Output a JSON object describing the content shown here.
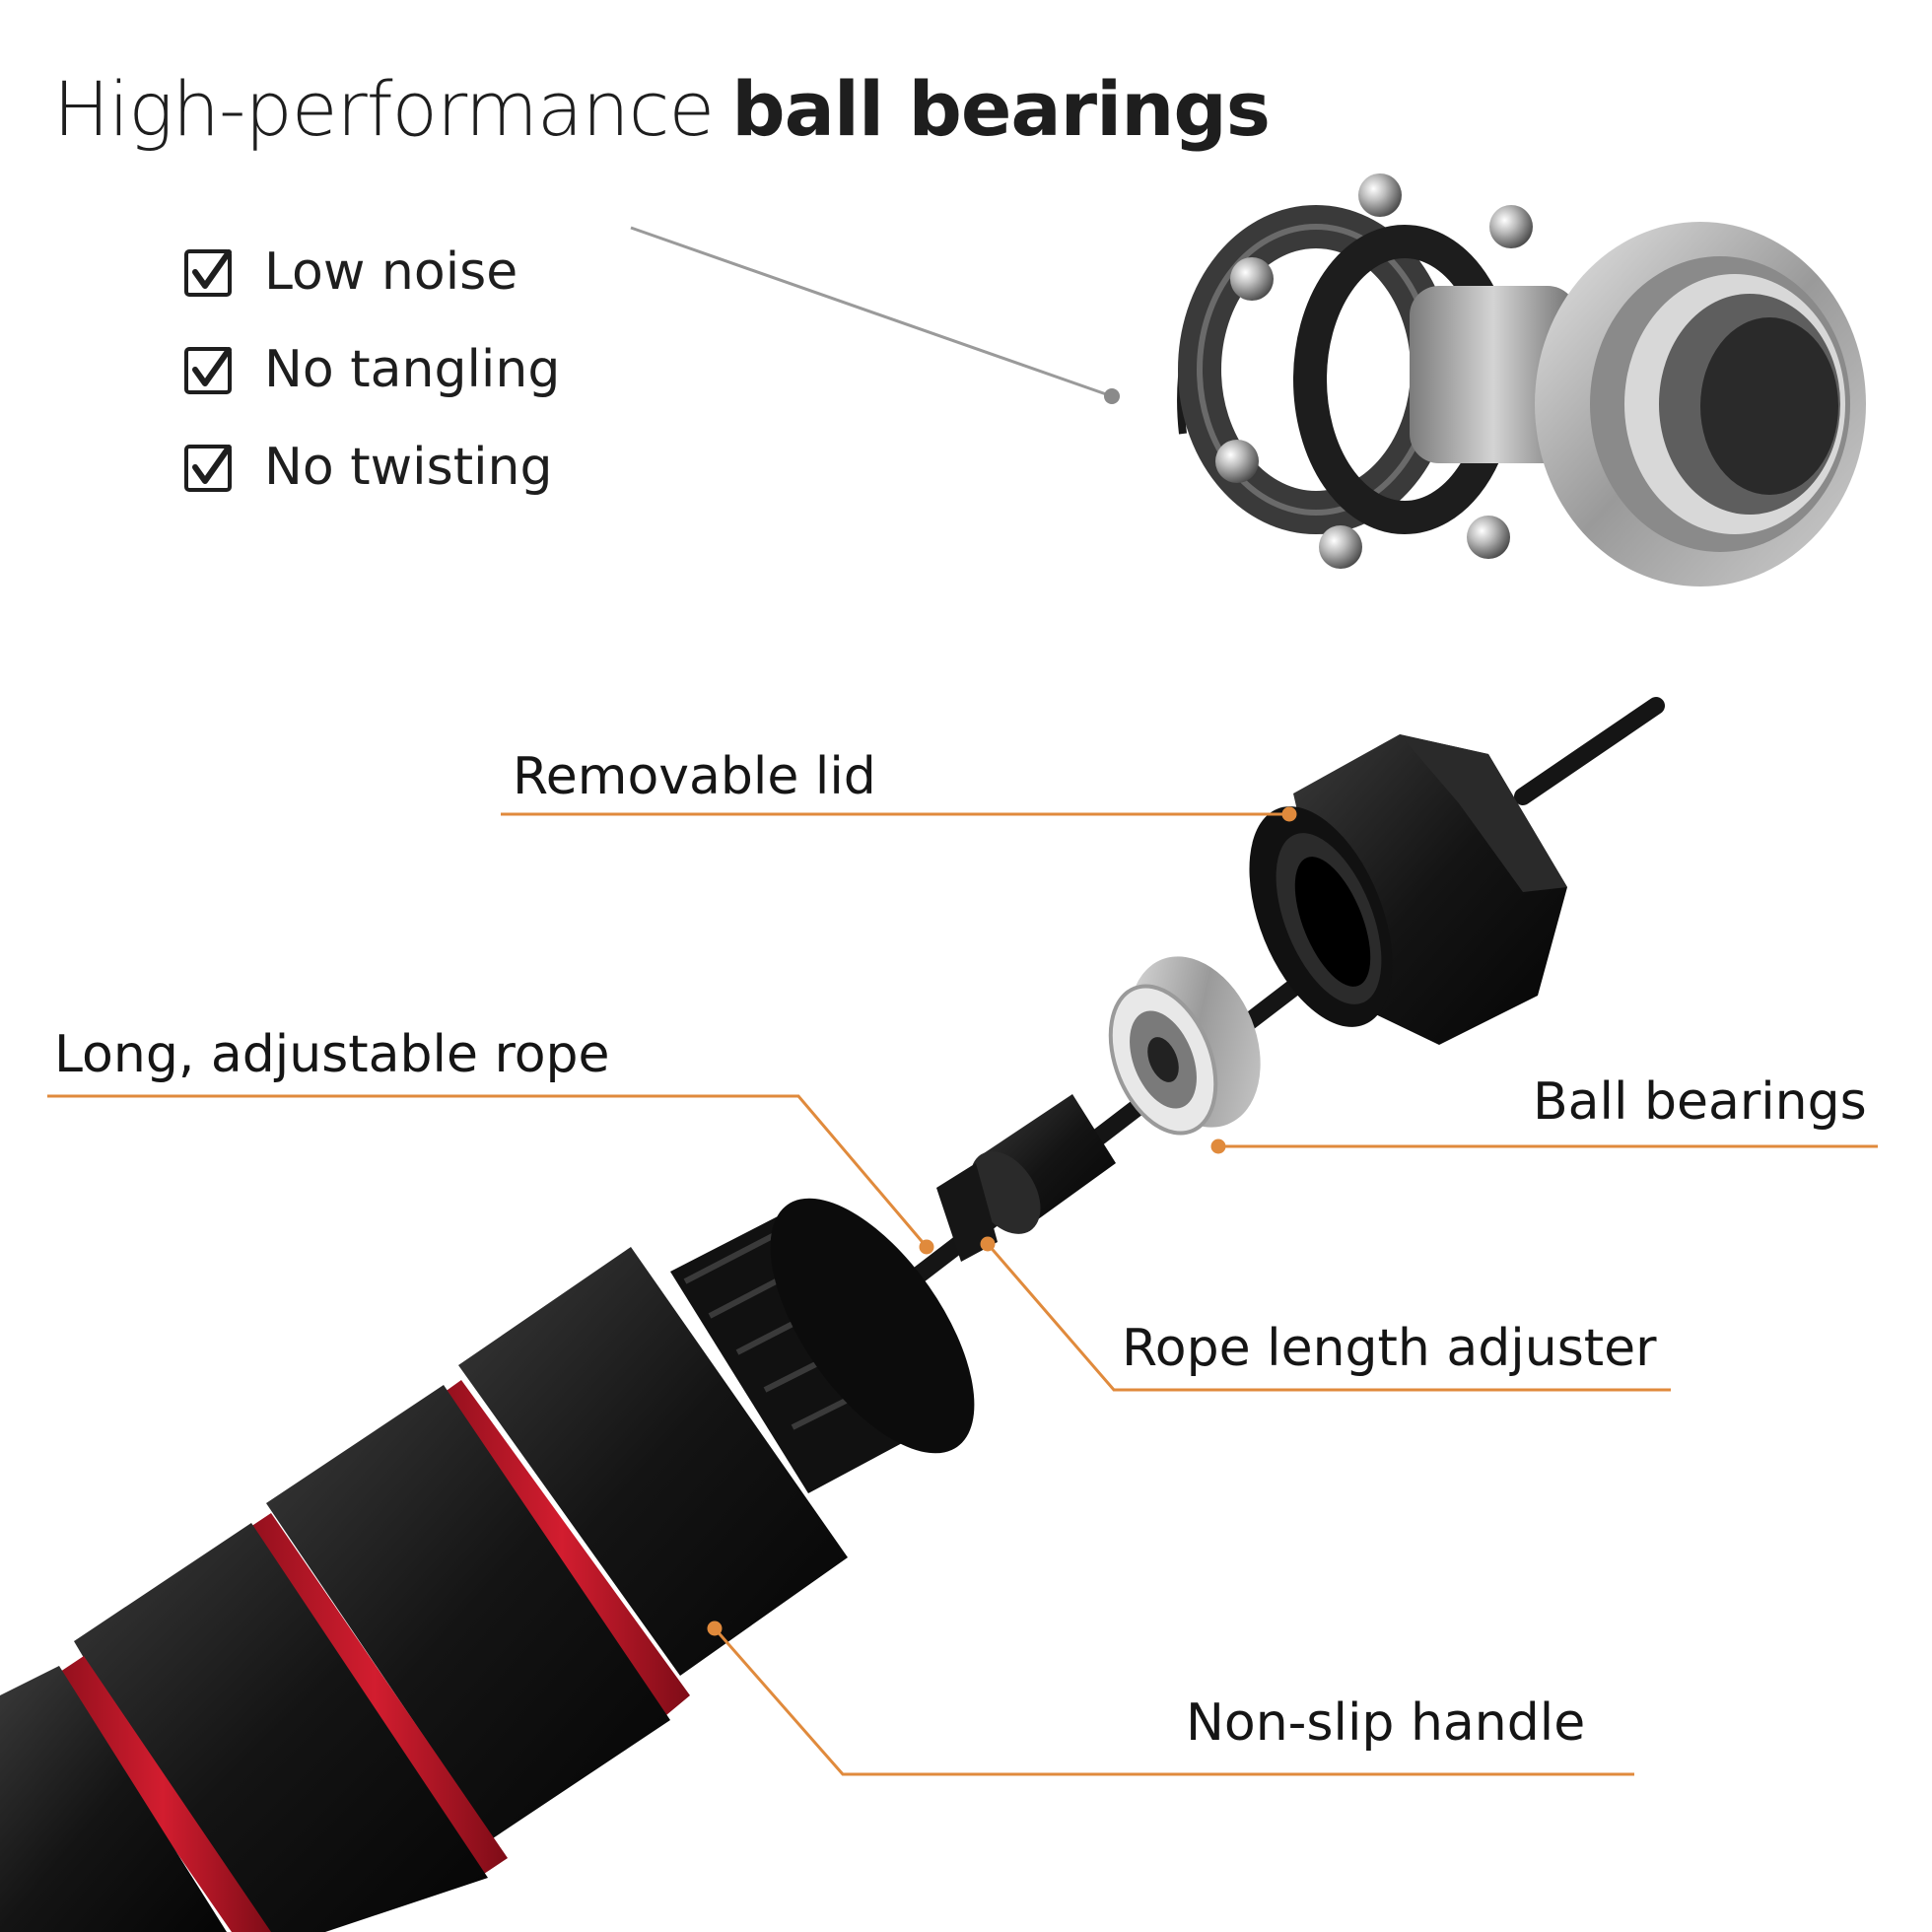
{
  "headline": {
    "regular": "High-performance",
    "bold": "ball bearings"
  },
  "features": [
    {
      "text": "Low noise",
      "icon": "checkbox-checked-icon"
    },
    {
      "text": "No tangling",
      "icon": "checkbox-checked-icon"
    },
    {
      "text": "No twisting",
      "icon": "checkbox-checked-icon"
    }
  ],
  "callouts": {
    "removable_lid": "Removable lid",
    "rope": "Long, adjustable rope",
    "bearings": "Ball bearings",
    "adjuster": "Rope length adjuster",
    "handle": "Non-slip handle"
  },
  "colors": {
    "leader_line": "#e08a3c",
    "handle_black": "#161616",
    "handle_red": "#c0192a",
    "metal": "#a9a9a9",
    "text": "#1e1e1e"
  }
}
